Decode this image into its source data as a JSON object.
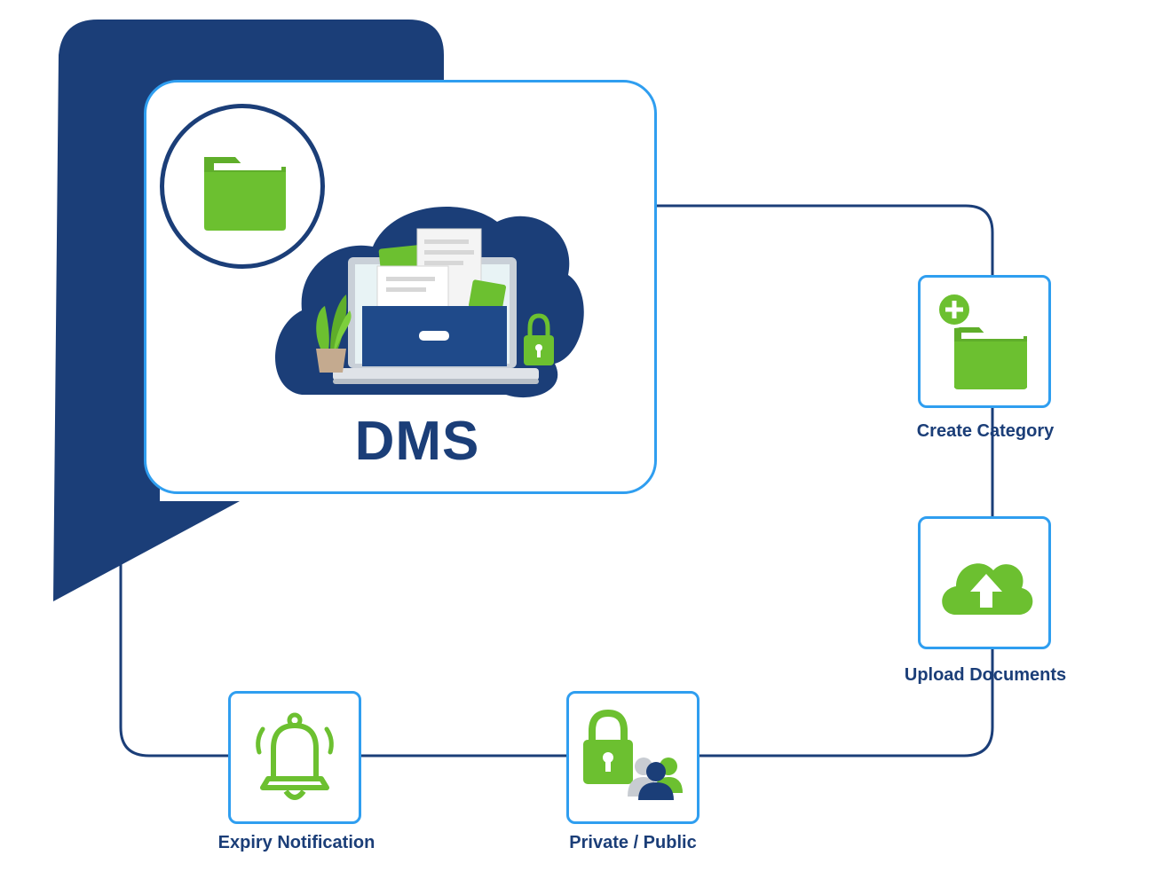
{
  "diagram": {
    "title": "DMS",
    "colors": {
      "navy": "#1b3e78",
      "accent_blue": "#2f9ef0",
      "green": "#6cc030",
      "background": "#ffffff"
    },
    "hub_icons": [
      "folder-icon",
      "cloud-icon",
      "laptop-icon",
      "file-drawer-icon",
      "plant-icon",
      "padlock-icon"
    ],
    "features": [
      {
        "label": "Create Category",
        "icon": "add-folder-icon"
      },
      {
        "label": "Upload Documents",
        "icon": "cloud-upload-icon"
      },
      {
        "label": "Private / Public",
        "icon": "lock-users-icon"
      },
      {
        "label": "Expiry Notification",
        "icon": "bell-icon"
      }
    ]
  }
}
